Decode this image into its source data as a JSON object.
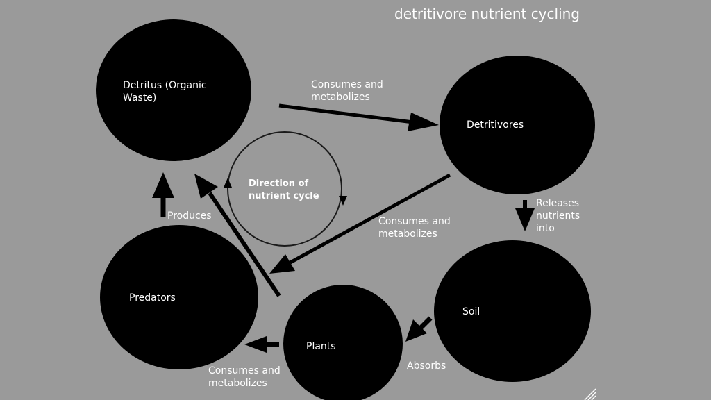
{
  "title": "detritivore nutrient cycling",
  "nodes": {
    "detritus": [
      "Detritus (Organic",
      "Waste)"
    ],
    "detritivores": "Detritivores",
    "predators": "Predators",
    "plants": "Plants",
    "soil": "Soil"
  },
  "center": [
    "Direction of",
    "nutrient cycle"
  ],
  "labels": {
    "detritus_to_detritivores": [
      "Consumes and",
      "metabolizes"
    ],
    "detritivores_to_predators": [
      "Consumes and",
      "metabolizes"
    ],
    "detritivores_to_soil": [
      "Releases",
      "nutrients",
      "into"
    ],
    "predators_to_detritus": "Produces",
    "plants_to_predators": [
      "Consumes and",
      "metabolizes"
    ],
    "soil_to_plants": "Absorbs"
  }
}
